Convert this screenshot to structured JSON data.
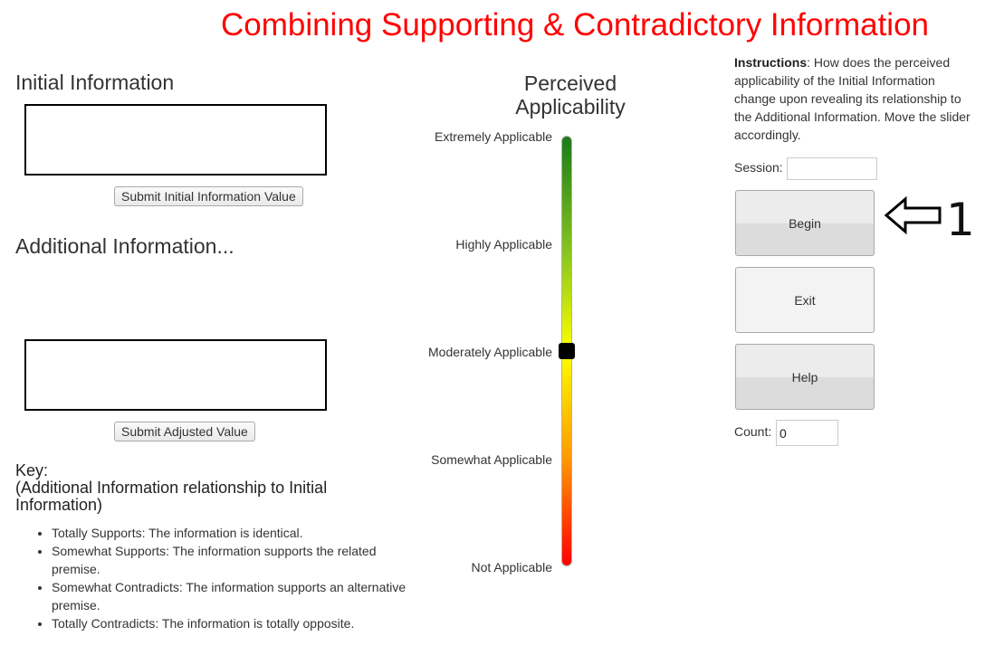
{
  "title": "Combining Supporting & Contradictory Information",
  "initial": {
    "heading": "Initial Information",
    "submit_label": "Submit Initial Information Value"
  },
  "additional": {
    "heading": "Additional Information...",
    "submit_label": "Submit Adjusted Value"
  },
  "key": {
    "heading": "Key:",
    "subheading": "(Additional Information relationship to Initial Information)",
    "items": [
      "Totally Supports: The information is identical.",
      "Somewhat Supports: The information supports the related premise.",
      "Somewhat Contradicts: The information supports an alternative premise.",
      "Totally Contradicts: The information is totally opposite."
    ]
  },
  "scale": {
    "title_line1": "Perceived",
    "title_line2": "Applicability",
    "labels": [
      "Extremely Applicable",
      "Highly Applicable",
      "Moderately Applicable",
      "Somewhat Applicable",
      "Not Applicable"
    ],
    "slider_value_fraction": 0.5,
    "colors": {
      "top": "#1a7a1a",
      "upper": "#8cc81e",
      "middle": "#ffff00",
      "lower": "#ff9900",
      "bottom": "#ff0000"
    }
  },
  "instructions": {
    "bold_label": "Instructions",
    "text": ": How does the perceived applicability of the Initial Information change upon revealing its relationship to the Additional Information. Move the slider accordingly."
  },
  "session": {
    "label": "Session:",
    "value": ""
  },
  "buttons": {
    "begin": "Begin",
    "exit": "Exit",
    "help": "Help"
  },
  "count": {
    "label": "Count:",
    "value": "0"
  },
  "annotation": {
    "number": "1",
    "icon": "outline-left-arrow"
  },
  "accent_color": "#ff0000"
}
